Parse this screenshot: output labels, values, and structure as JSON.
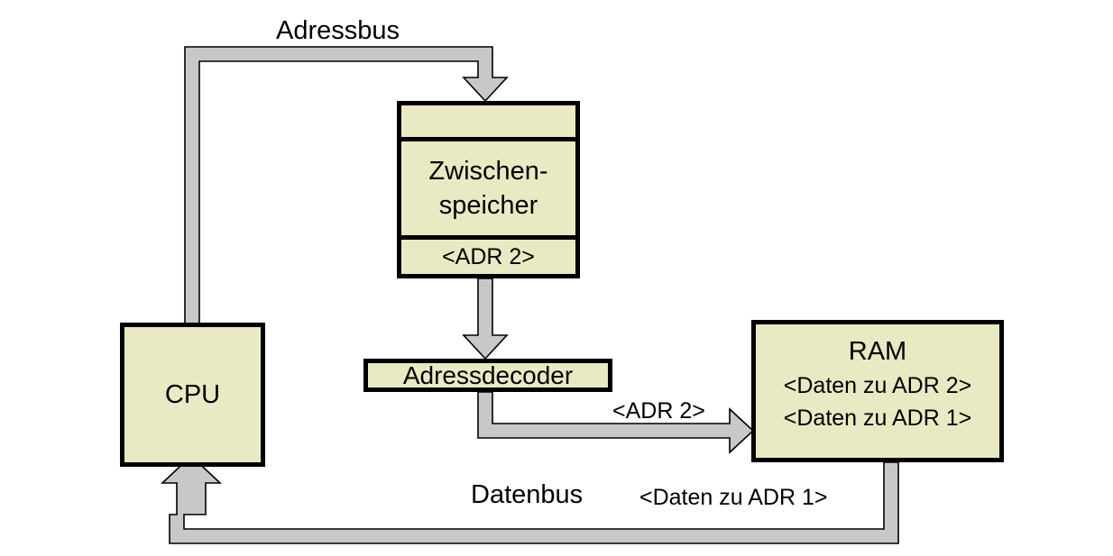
{
  "diagram": {
    "title": "CPU / Zwischenspeicher / Adressdecoder / RAM Bus-Diagramm",
    "colors": {
      "box_fill": "#E9E9C4",
      "box_border": "#000000",
      "bus_fill": "#C8C8C8",
      "bus_stroke": "#000000",
      "background": "#FFFFFF"
    },
    "blocks": {
      "cpu": {
        "label": "CPU"
      },
      "zwischenspeicher": {
        "row_top": "",
        "label_line_1": "Zwischen-",
        "label_line_2": "speicher",
        "row_bottom": "<ADR 2>"
      },
      "adressdecoder": {
        "label": "Adressdecoder"
      },
      "ram": {
        "title": "RAM",
        "line_1": "<Daten zu ADR 2>",
        "line_2": "<Daten zu ADR 1>"
      }
    },
    "buses": {
      "adressbus_label": "Adressbus",
      "datenbus_label": "Datenbus",
      "datenbus_payload": "<Daten zu ADR 1>",
      "decoder_to_ram_label": "<ADR 2>"
    }
  }
}
